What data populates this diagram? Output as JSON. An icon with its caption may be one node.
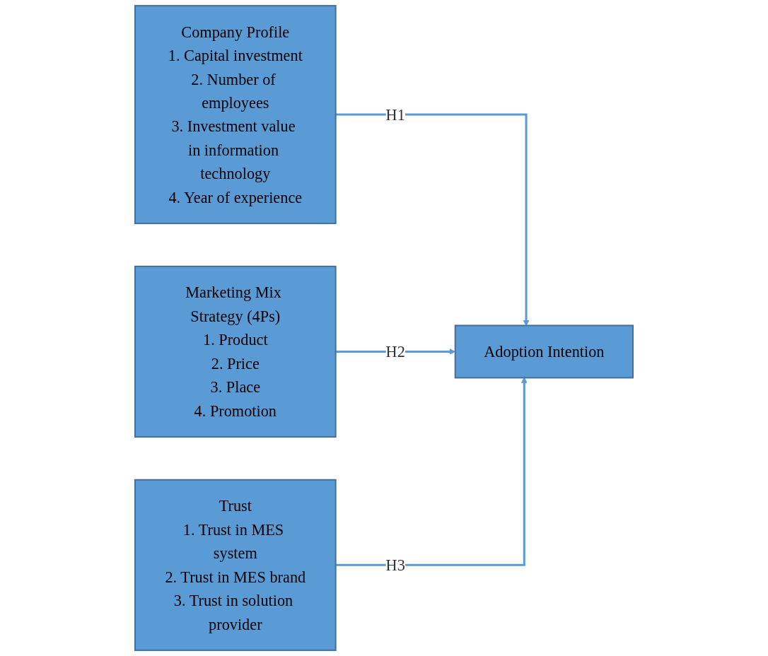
{
  "diagram": {
    "nodes": [
      {
        "text": [
          "Company Profile",
          "1. Capital investment",
          "2. Number of employees",
          "3. Investment value in information technology",
          "4. Year of experience"
        ]
      },
      {
        "text": [
          "Marketing Mix Strategy (4Ps)",
          "1. Product",
          "2. Price",
          "3. Place",
          "4. Promotion"
        ]
      },
      {
        "text": [
          "Trust",
          "1. Trust in MES system",
          "2. Trust in MES brand",
          "3. Trust in solution provider"
        ]
      },
      {
        "text": [
          "Adoption Intention"
        ]
      }
    ],
    "edges": [
      {
        "from": 0,
        "to": 3,
        "label": "H1",
        "arrow": "to"
      },
      {
        "from": 1,
        "to": 3,
        "label": "H2",
        "arrow": "to"
      },
      {
        "from": 2,
        "to": 3,
        "label": "H3",
        "arrow": "to"
      }
    ]
  }
}
